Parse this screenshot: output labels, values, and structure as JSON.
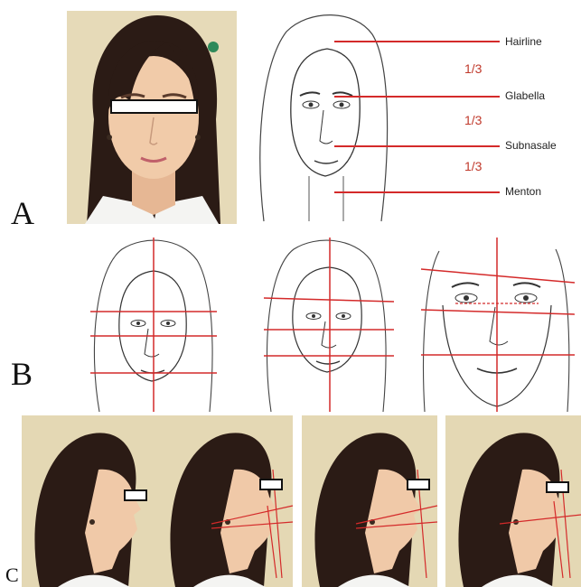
{
  "panels": {
    "a": {
      "letter": "A",
      "landmarks": [
        "Hairline",
        "Glabella",
        "Subnasale",
        "Menton"
      ],
      "ratios": [
        "1/3",
        "1/3",
        "1/3"
      ]
    },
    "b": {
      "letter": "B"
    },
    "c": {
      "letter": "C"
    }
  },
  "colors": {
    "line": "#d42a2a",
    "photo_bg": "#e7dcb9",
    "hair": "#2a1a14",
    "skin": "#f0c9a8",
    "sketch": "#333333"
  }
}
